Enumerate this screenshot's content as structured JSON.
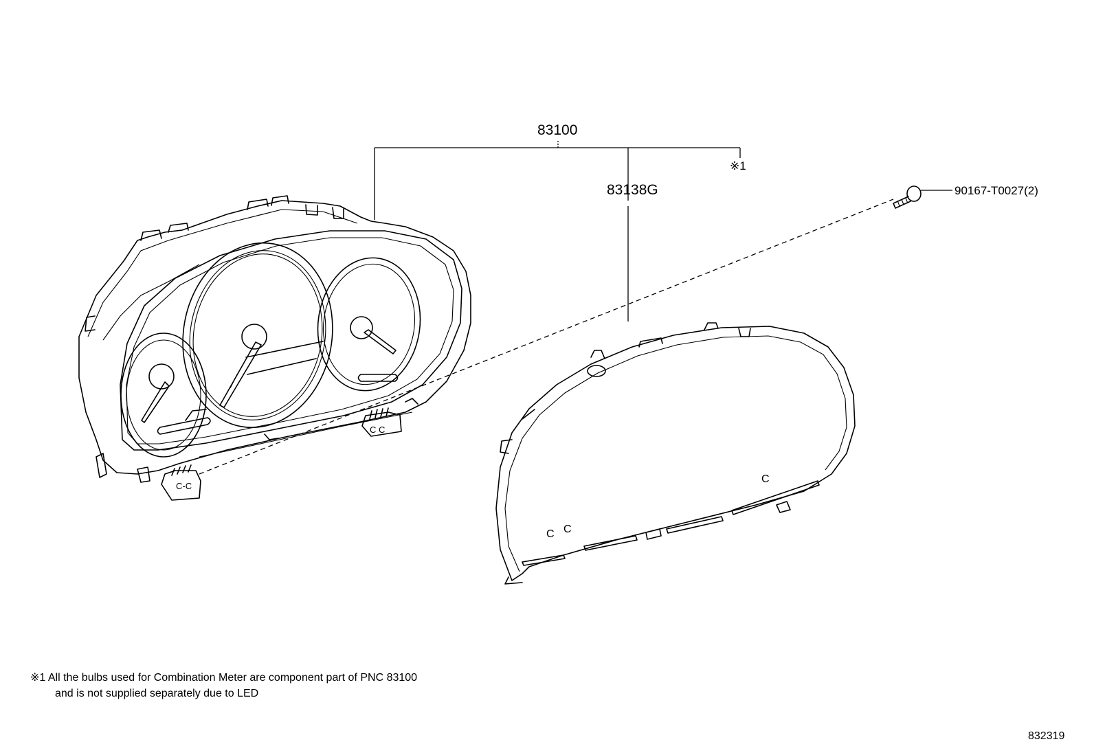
{
  "labels": {
    "assembly": "83100",
    "glass": "83138G",
    "screw": "90167-T0027(2)",
    "note_ref": "※1"
  },
  "footnote": {
    "marker": "※1",
    "line1": "All the bulbs used for Combination Meter are component part of PNC 83100",
    "line2": "and is not supplied separately due to LED"
  },
  "figure_id": "832319"
}
